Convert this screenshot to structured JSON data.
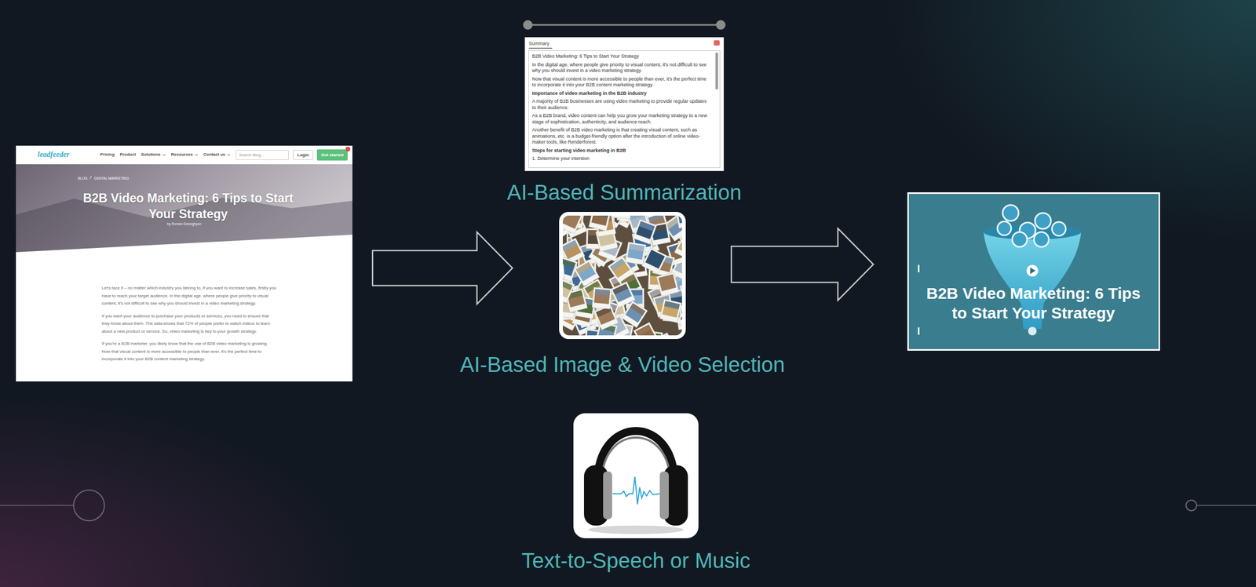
{
  "diagram": {
    "nodes": [
      {
        "text": [
          "leadfeeder",
          "Pricing",
          "Product",
          "Solutions",
          "Resources",
          "Contact us",
          "BLOG",
          "DIGITAL MARKETING",
          "B2B Video Marketing: 6 Tips to Start Your Strategy",
          "by Roman Daneghyan",
          "Let's face it – no matter which industry you belong to, if you want to increase sales, firstly you have to reach your target audience. In the digital age, where people give priority to visual content, it's not difficult to see why you should invest in a video marketing strategy.",
          "If you want your audience to purchase your products or services, you need to ensure that they know about them. The data shows that 72% of people prefer to watch videos to learn about a new product or service. So, video marketing is key to your growth strategy.",
          "If you're a B2B marketer, you likely know that the use of B2B video marketing is growing. Now that visual content is more accessible to people than ever, it's the perfect time to incorporate it into your B2B content marketing strategy."
        ]
      },
      {
        "text": [
          "Search Blog..."
        ],
        "in": 0
      },
      {
        "text": [
          "Login"
        ],
        "in": 0
      },
      {
        "text": [
          "Get started"
        ],
        "in": 0
      },
      {
        "text": [
          "Summary",
          "AI-Based Summarization"
        ]
      },
      {
        "text": [
          "B2B Video Marketing: 6 Tips to Start Your Strategy",
          "In the digital age, where people give priority to visual content, it's not difficult to see why you should invest in a video marketing strategy.",
          "Now that visual content is more accessible to people than ever, it's the perfect time to incorporate it into your B2B content marketing strategy.",
          "Importance of video marketing in the B2B industry",
          "A majority of B2B businesses are using video marketing to provide regular updates to their audience.",
          "As a B2B brand, video content can help you grow your marketing strategy to a new stage of sophistication, authenticity, and audience reach.",
          "Another benefit of B2B video marketing is that creating visual content, such as animations, etc. is a budget-friendly option after the introduction of online video-maker tools, like Renderforest.",
          "Steps for starting video marketing in B2B",
          "1. Determine your intention"
        ],
        "in": 4
      },
      {
        "text": [
          "AI-Based Image & Video Selection"
        ]
      },
      {
        "text": [
          "Text-to-Speech or Music"
        ]
      },
      {
        "text": [
          "B2B Video Marketing: 6 Tips to Start Your Strategy"
        ]
      }
    ],
    "edges": [
      {
        "from": 0,
        "to": 6,
        "arrow": "to"
      },
      {
        "from": 6,
        "to": 8,
        "arrow": "to"
      }
    ]
  }
}
